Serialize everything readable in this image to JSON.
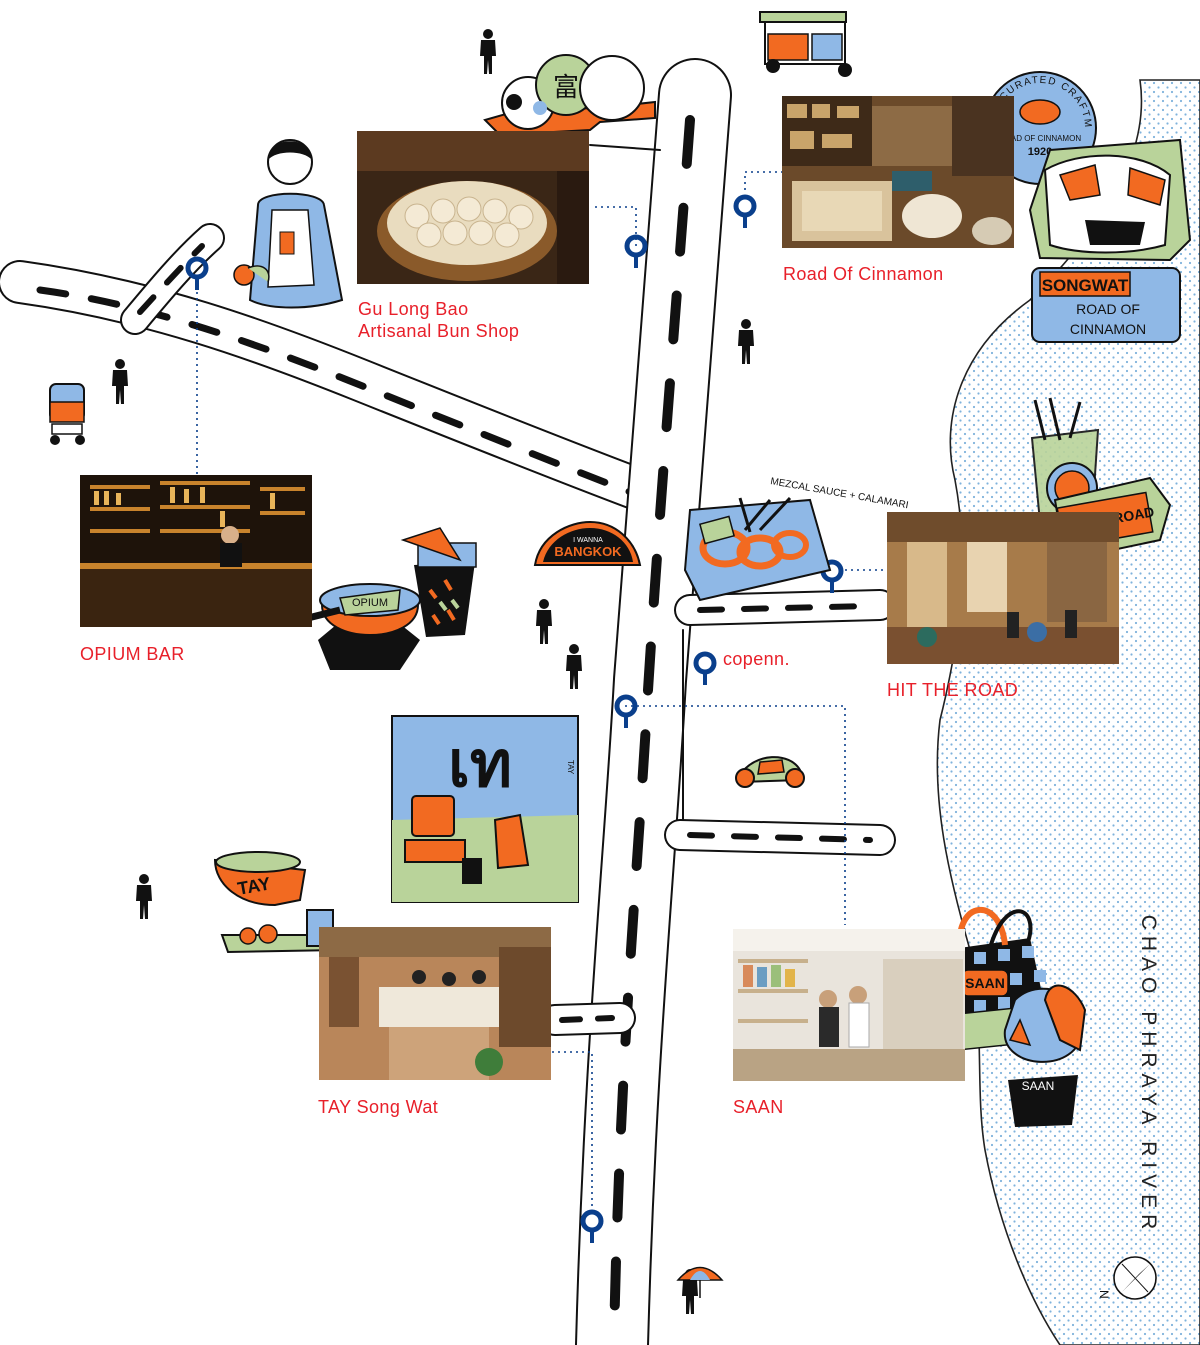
{
  "map": {
    "places": [
      {
        "id": "gu-long-bao",
        "lines": [
          "Gu Long Bao",
          "Artisanal Bun Shop"
        ]
      },
      {
        "id": "road-of-cinnamon",
        "lines": [
          "Road Of Cinnamon"
        ]
      },
      {
        "id": "opium-bar",
        "lines": [
          "OPIUM BAR"
        ]
      },
      {
        "id": "hit-the-road",
        "lines": [
          "HIT THE ROAD"
        ]
      },
      {
        "id": "copenn",
        "lines": [
          "copenn."
        ]
      },
      {
        "id": "tay-song-wat",
        "lines": [
          "TAY Song Wat"
        ]
      },
      {
        "id": "saan",
        "lines": [
          "SAAN"
        ]
      }
    ],
    "river_label": "CHAO PHRAYA RIVER",
    "compass_label": "N",
    "colors": {
      "label_red": "#e8202a",
      "pin_blue": "#0a3f8c",
      "accent_orange": "#f26a21",
      "accent_blue": "#8fb8e6",
      "accent_green": "#b9d39a",
      "river_dots": "#7fb2dc"
    }
  },
  "illustrations": {
    "dumpling_tag": "富",
    "cinnamon_badge_ring": "THE CURATED CRAFTMANSHIP",
    "cinnamon_badge_center": "ROAD OF CINNAMON",
    "cinnamon_badge_year": "1920",
    "songwat_sign": "SONGWAT",
    "songwat_sub_1": "ROAD OF",
    "songwat_sub_2": "CINNAMON",
    "hit_the_road_sign": "HIT THE ROAD",
    "mezcal_note": "MEZCAL SAUCE + CALAMARI",
    "bangkok_sign_top": "I WANNA",
    "bangkok_sign": "BANGKOK",
    "opium_bowl": "OPIUM",
    "tay_thai": "เท",
    "tay_poster_small": "TAY",
    "tay_pot": "TAY",
    "saan_bag": "SAAN",
    "saan_basket": "SAAN"
  }
}
